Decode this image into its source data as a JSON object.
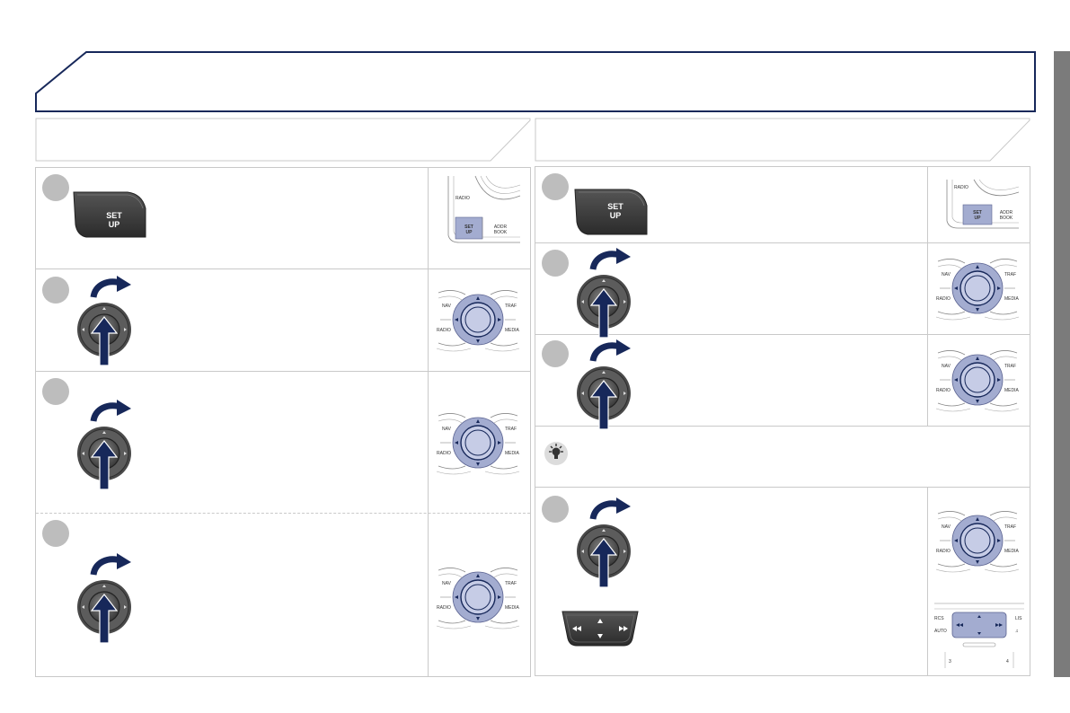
{
  "panel_labels": {
    "setup": [
      "SET",
      "UP"
    ],
    "setup_small": [
      "SET",
      "UP"
    ],
    "addr_book": [
      "ADDR",
      "BOOK"
    ],
    "radio_top": "RADIO",
    "nav": "NAV",
    "traf": "TRAF",
    "radio": "RADIO",
    "media": "MEDIA",
    "rcs": "RCS",
    "list": "LIS",
    "auto": "AUTO",
    "num3": "3",
    "num4": "4"
  },
  "icon_names": {
    "setup_button": "setup-button-icon",
    "rotary_knob": "rotary-knob-icon",
    "tip": "lightbulb-icon",
    "seek_pad": "seek-pad-icon"
  },
  "colors": {
    "frame_navy": "#17285a",
    "badge_gray": "#bdbdbd",
    "side_tab": "#7b7b7b",
    "knob_ring": "#a3acd0",
    "button_dark": "#3d3d3d"
  }
}
